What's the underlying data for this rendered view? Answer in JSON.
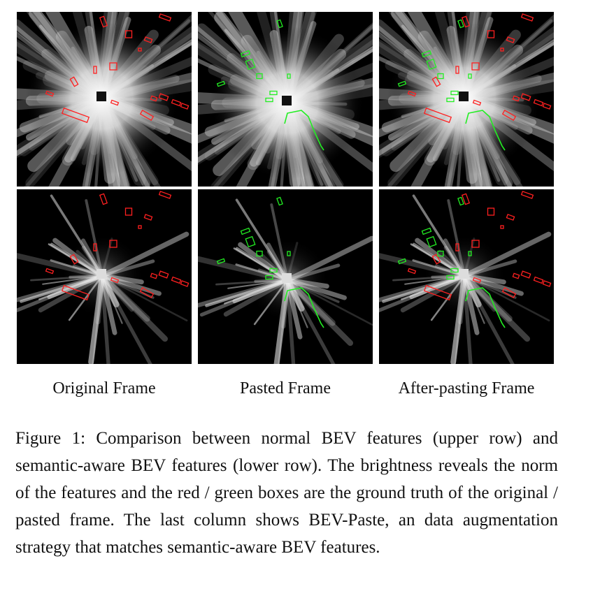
{
  "figure": {
    "columns": [
      {
        "label": "Original Frame"
      },
      {
        "label": "Pasted Frame"
      },
      {
        "label": "After-pasting Frame"
      }
    ],
    "rows": [
      "normal BEV features",
      "semantic-aware BEV features"
    ],
    "colors": {
      "original_boxes": "#ff2020",
      "pasted_boxes": "#22ee22",
      "background": "#000000"
    },
    "caption": "Figure 1: Comparison between normal BEV features (upper row) and semantic-aware BEV features (lower row). The brightness reveals the norm of the features and the red / green boxes are the ground truth of the original / pasted frame. The last column shows BEV-Paste, an data augmentation strategy that matches semantic-aware BEV features."
  }
}
